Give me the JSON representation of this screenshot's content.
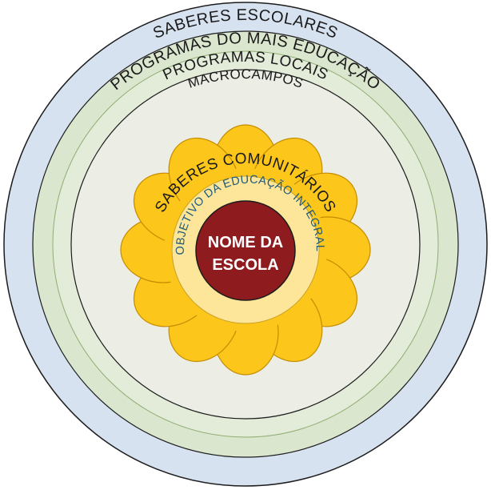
{
  "rings": {
    "saberes_escolares": "SABERES ESCOLARES",
    "programas_mais_educacao": "PROGRAMAS DO MAIS EDUCAÇÃO",
    "programas_locais": "PROGRAMAS LOCAIS",
    "macrocampos": "MACROCAMPOS",
    "saberes_comunitarios": "SABERES COMUNITÁRIOS",
    "objetivo": "OBJETIVO DA EDUCAÇÃO INTEGRAL"
  },
  "center": {
    "line1": "NOME DA",
    "line2": "ESCOLA"
  },
  "colors": {
    "outer_ring": "#d7e2f0",
    "outer_stroke": "#1c1c1c",
    "green_ring_1": "#dbe6cf",
    "green_ring_2": "#e3ebd9",
    "inner_ring": "#eceee5",
    "petal": "#fdc61a",
    "petal_stroke": "#c48c00",
    "disk_ring": "#fde59a",
    "center": "#8e1b1e",
    "objective_text": "#1f5a78"
  }
}
